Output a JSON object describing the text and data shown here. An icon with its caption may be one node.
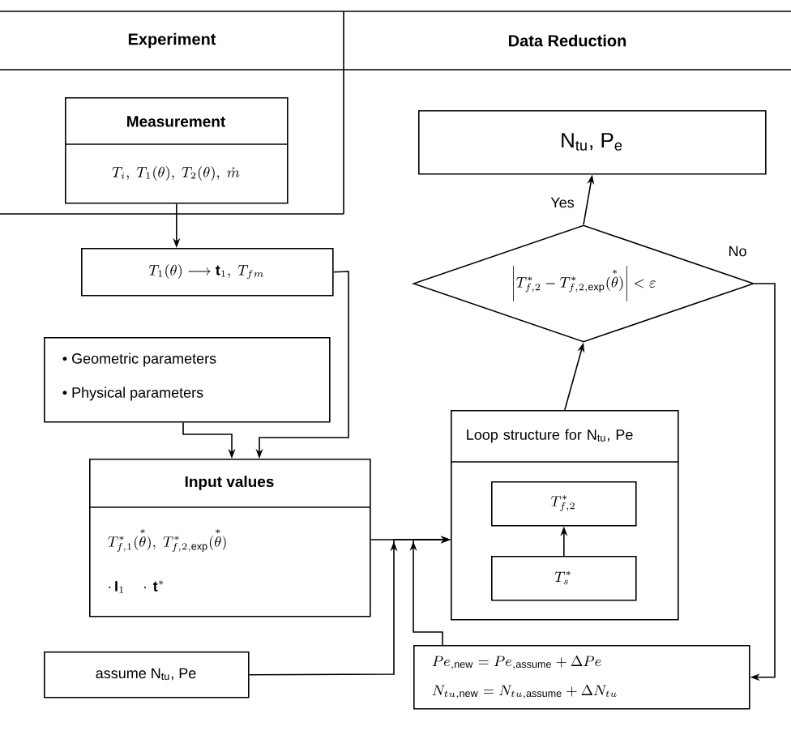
{
  "diagram": {
    "nodes": [
      {
        "text": [
          "Measurement",
          "T_i,\\ T_1(\\theta),\\ T_2(\\theta),\\ \\dot{m}"
        ]
      },
      {
        "text": [
          "T_1(\\theta) \\longrightarrow \\mathbf{t}_1,\\ T_{fm}"
        ]
      },
      {
        "text": [
          "• Geometric parameters",
          "• Physical parameters"
        ]
      },
      {
        "text": [
          "Input values",
          "T^*_{f,1}(\\overset{*}{\\theta}),\\ T^*_{f,2,\\mathrm{exp}}(\\overset{*}{\\theta})",
          "\\cdot\\,\\mathbf{I}_1 \\quad \\cdot\\,\\mathbf{t}^*"
        ]
      },
      {
        "text": [
          "assume N$_{tu}$, Pe"
        ]
      },
      {
        "text": [
          "N$_{tu}$, P$_{e}$"
        ]
      },
      {
        "text": [
          "\\left| T^*_{f,2} - T^*_{f,2,\\mathrm{exp}}(\\overset{*}{\\theta}) \\right| < \\varepsilon"
        ]
      },
      {
        "text": [
          "Loop structure for N$_{tu}$, Pe"
        ]
      },
      {
        "text": [
          "T^*_{f,2}"
        ],
        "in": 7
      },
      {
        "text": [
          "T^*_{s}"
        ],
        "in": 7
      },
      {
        "text": [
          "Pe_{,\\mathrm{new}} = Pe_{,\\mathrm{assume}} + \\Delta Pe",
          "N_{tu,\\mathrm{new}} = N_{tu,\\mathrm{assume}} + \\Delta N_{tu}"
        ]
      }
    ],
    "edges": [
      {
        "from": 0,
        "to": 1,
        "arrow": "to"
      },
      {
        "from": 1,
        "to": 3,
        "arrow": "to"
      },
      {
        "from": 2,
        "to": 3,
        "arrow": "to"
      },
      {
        "from": 3,
        "to": 7,
        "arrow": "to"
      },
      {
        "from": 4,
        "to": 7,
        "arrow": "to"
      },
      {
        "from": 10,
        "to": 7,
        "arrow": "to"
      },
      {
        "from": 7,
        "to": 6,
        "arrow": "to"
      },
      {
        "from": 6,
        "to": 5,
        "arrow": "to",
        "label": "Yes"
      },
      {
        "from": 6,
        "to": 10,
        "arrow": "to",
        "label": "No"
      },
      {
        "from": 9,
        "to": 8,
        "arrow": "to"
      }
    ],
    "labels": [
      "Experiment",
      "Data Reduction"
    ]
  }
}
